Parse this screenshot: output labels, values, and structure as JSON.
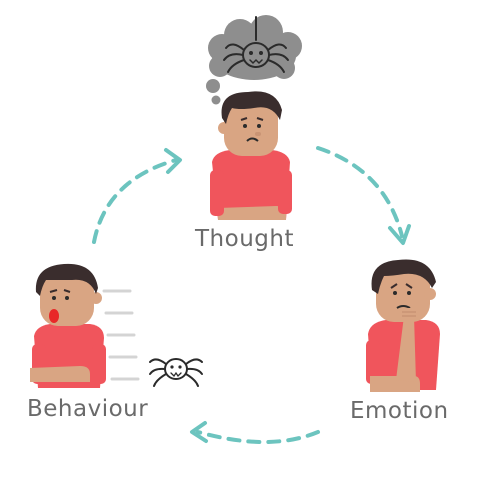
{
  "diagram": {
    "nodes": [
      {
        "id": "thought",
        "label": "Thought"
      },
      {
        "id": "emotion",
        "label": "Emotion"
      },
      {
        "id": "behaviour",
        "label": "Behaviour"
      }
    ],
    "edges": [
      {
        "from": "thought",
        "to": "emotion",
        "style": "dashed"
      },
      {
        "from": "emotion",
        "to": "behaviour",
        "style": "dashed"
      },
      {
        "from": "behaviour",
        "to": "thought",
        "style": "dashed"
      }
    ],
    "colors": {
      "arrow": "#6cc4bf",
      "shirt": "#f0555c",
      "skin": "#d9a583",
      "hair": "#3a2d2d",
      "cloud": "#8e8e8e",
      "text": "#6a6a6a"
    },
    "icons": [
      "spider-icon",
      "thought-cloud-icon",
      "speed-lines-icon"
    ]
  }
}
